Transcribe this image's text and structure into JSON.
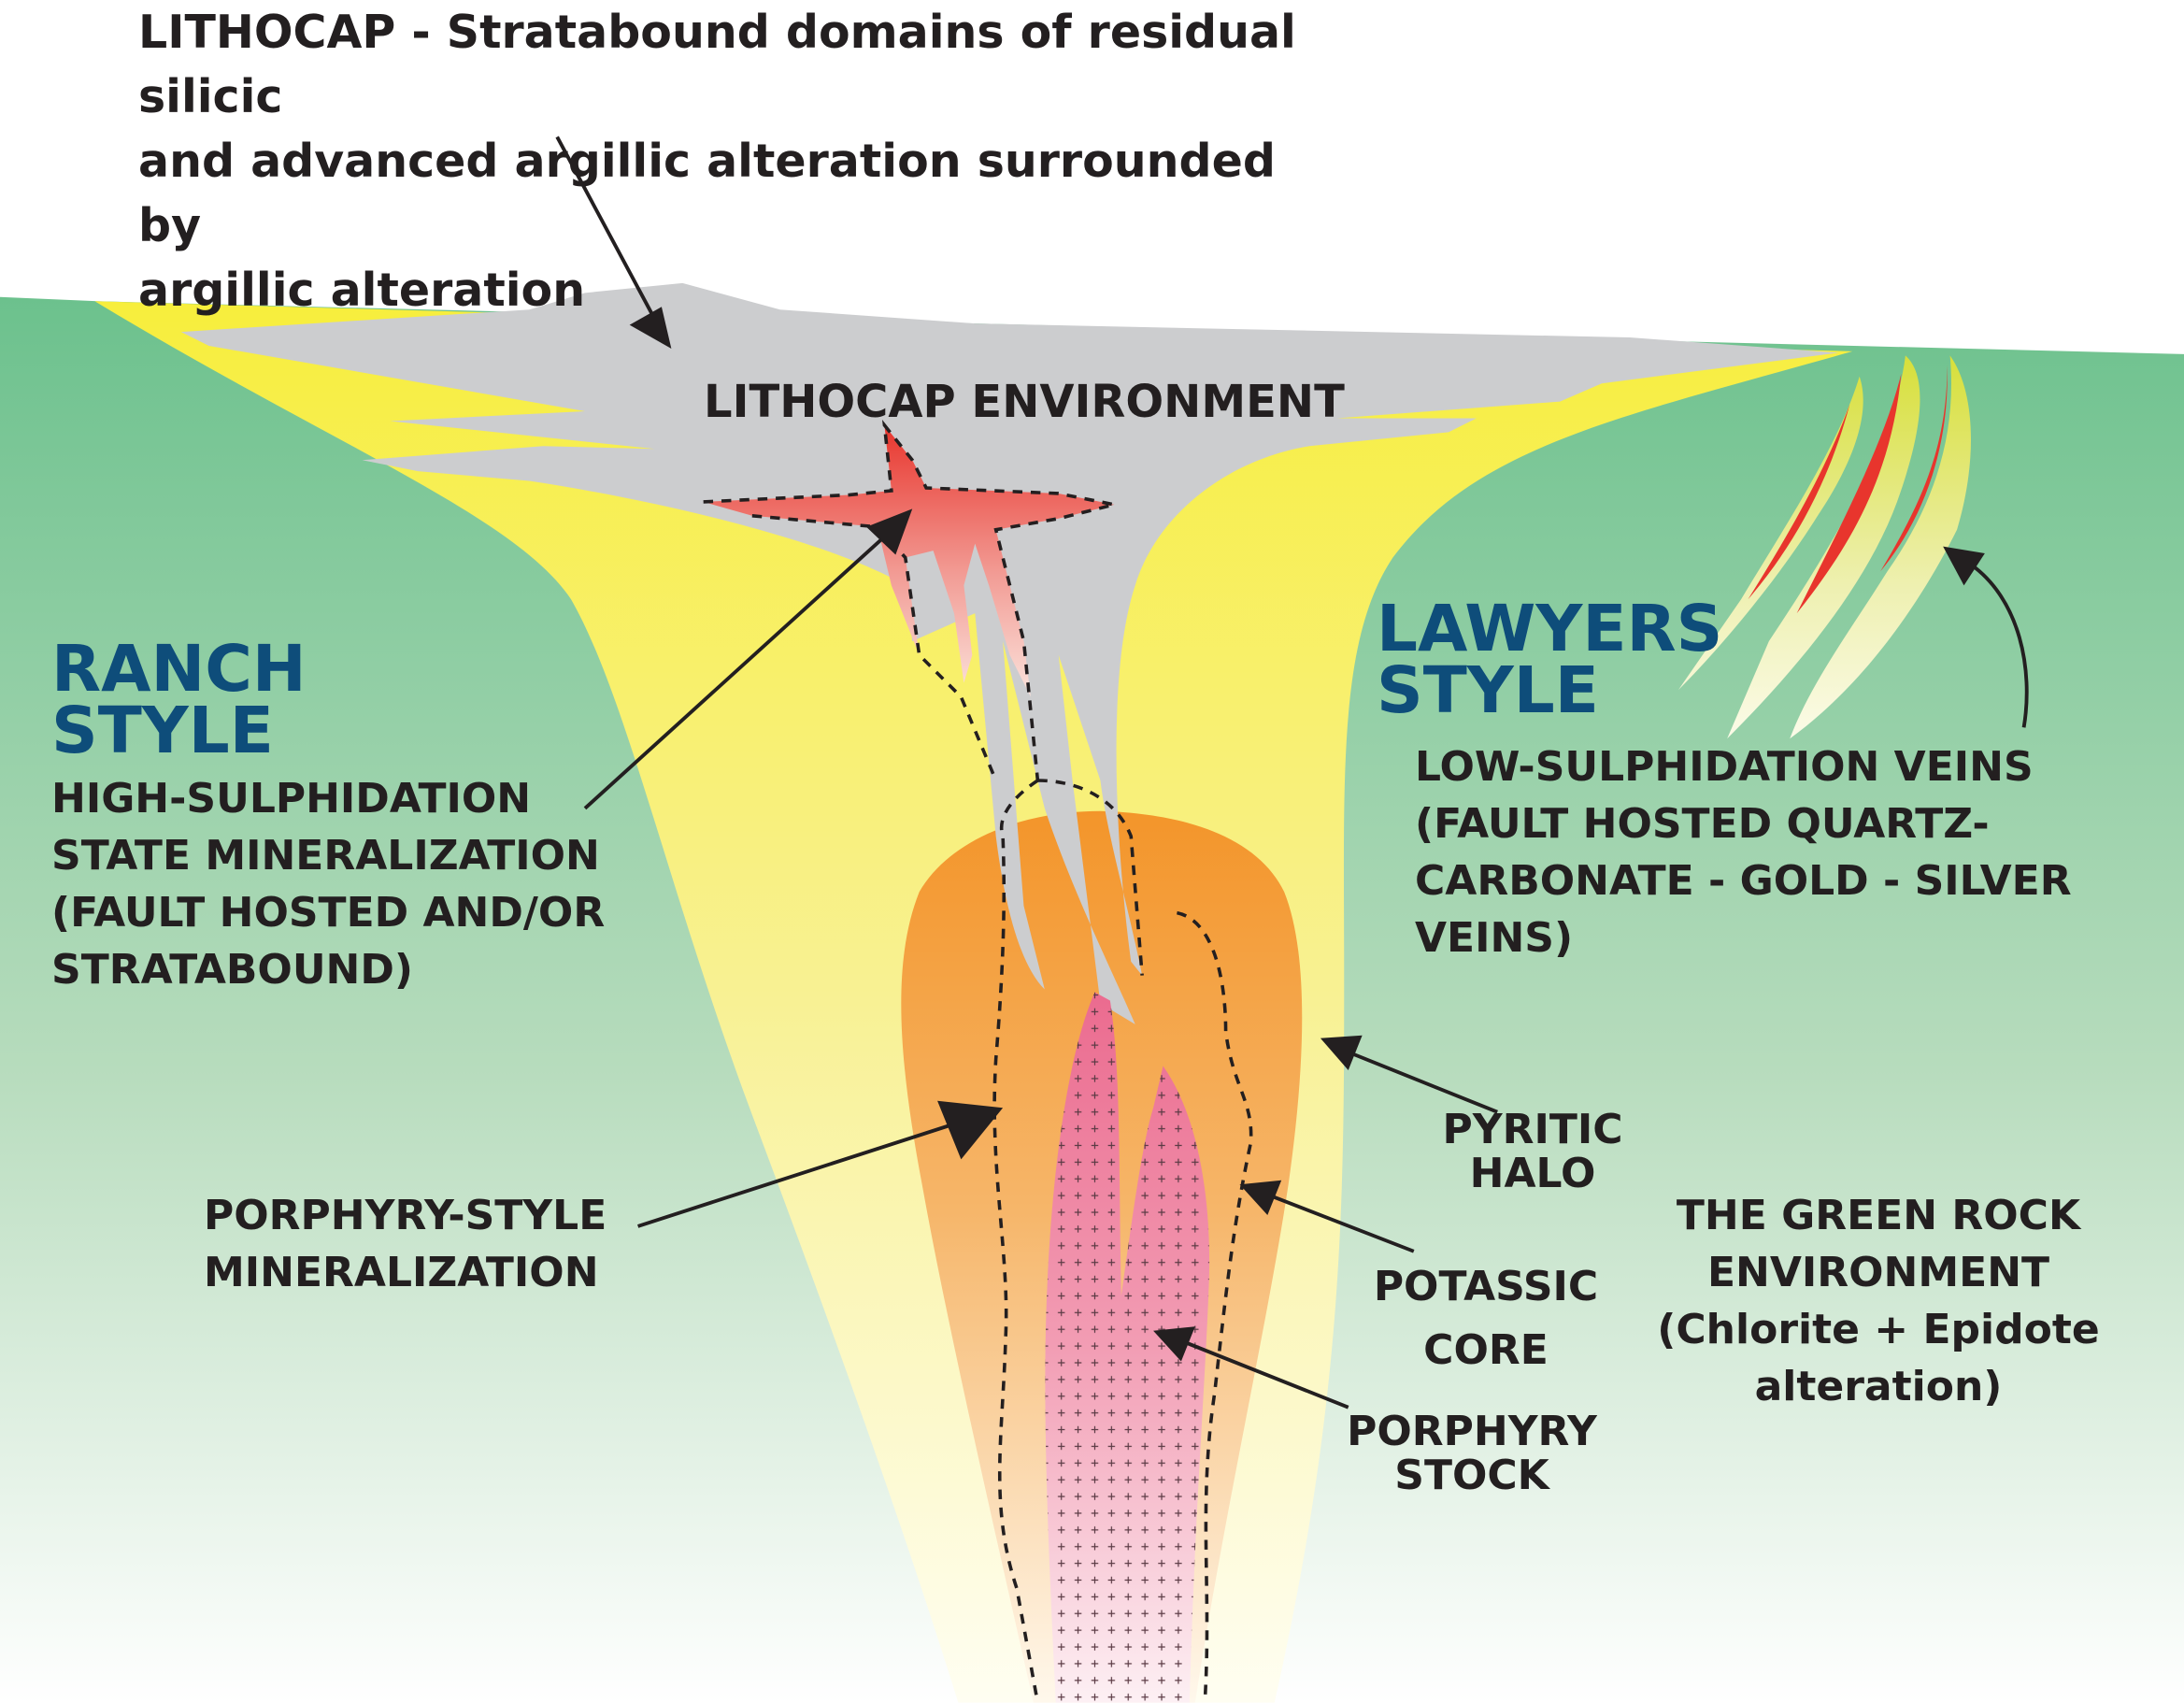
{
  "title": "LITHOCAP - Stratabound domains of residual silicic\nand advanced argillic alteration surrounded by\nargillic alteration",
  "labels": {
    "lithocap_environment": "LITHOCAP ENVIRONMENT",
    "ranch_style": "RANCH\nSTYLE",
    "high_sulphidation": "HIGH-SULPHIDATION\nSTATE MINERALIZATION\n(FAULT HOSTED AND/OR\nSTRATABOUND)",
    "lawyers_style": "LAWYERS\nSTYLE",
    "low_sulphidation": "LOW-SULPHIDATION VEINS\n(FAULT HOSTED QUARTZ-\nCARBONATE - GOLD - SILVER\nVEINS)",
    "pyritic_halo": "PYRITIC\nHALO",
    "porphyry_mineralization": "PORPHYRY-STYLE\nMINERALIZATION",
    "potassic_core": "POTASSIC\nCORE",
    "green_rock": "THE GREEN ROCK\nENVIRONMENT\n(Chlorite + Epidote\nalteration)",
    "porphyry_stock": "PORPHYRY\nSTOCK"
  },
  "colors": {
    "green_rock": "#6cc18d",
    "argillic_yellow": "#f7ee3c",
    "lithocap_gray": "#cccdcf",
    "potassic_orange": "#f3952a",
    "porphyry_pink": "#eb6b8f",
    "high_sulphidation_red": "#e8352d",
    "style_blue": "#0e4d7a",
    "text_dark": "#231f20"
  }
}
